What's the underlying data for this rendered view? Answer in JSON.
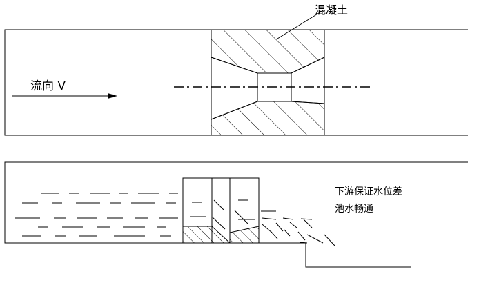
{
  "labels": {
    "concrete": "混凝土",
    "flow_direction": "流向 V",
    "note_line1": "下游保证水位差",
    "note_line2": "池水畅通"
  }
}
